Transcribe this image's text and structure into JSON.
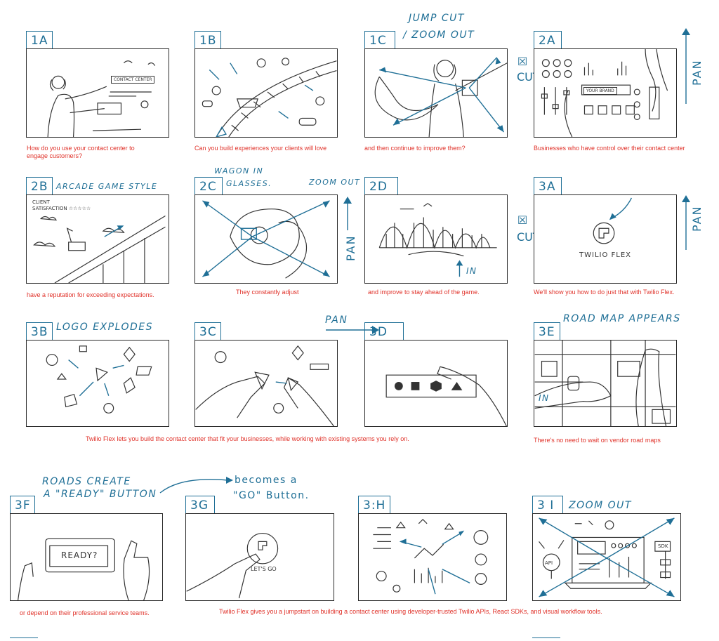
{
  "panels": [
    {
      "id": "1A",
      "caption": "How do you use your contact center to engage customers?",
      "screen_text": "CONTACT CENTER"
    },
    {
      "id": "1B",
      "caption": "Can you build experiences your clients will love"
    },
    {
      "id": "1C",
      "caption": "and then continue to improve them?"
    },
    {
      "id": "2A",
      "caption": "Businesses who have control over their contact center",
      "screen_text": "YOUR BRAND"
    },
    {
      "id": "2B",
      "caption": "have a reputation for exceeding expectations.",
      "screen_text_1": "CLIENT",
      "screen_text_2": "SATISFACTION ☆☆☆☆☆"
    },
    {
      "id": "2C",
      "caption": "They constantly adjust"
    },
    {
      "id": "2D",
      "caption": "and improve to stay ahead of the game."
    },
    {
      "id": "3A",
      "caption": "We'll show you how to do just that with Twilio Flex.",
      "screen_text": "TWILIO FLEX"
    },
    {
      "id": "3B"
    },
    {
      "id": "3C"
    },
    {
      "id": "3D"
    },
    {
      "id": "3E",
      "caption": "There's no need to wait on vendor road maps"
    },
    {
      "id": "3F",
      "caption": "or depend on their professional service teams.",
      "screen_text": "READY?"
    },
    {
      "id": "3G",
      "screen_text": "LET'S GO"
    },
    {
      "id": "3:H"
    },
    {
      "id": "3 I",
      "screen_text_1": "API",
      "screen_text_2": "SDK"
    }
  ],
  "shared_captions": {
    "row3": "Twilio Flex lets you build the contact center that fit your businesses, while working with existing systems you rely on.",
    "row4": "Twilio Flex gives you a jumpstart on building a contact center using developer-trusted Twilio APIs, React SDKs, and visual workflow tools."
  },
  "notes": {
    "jump_cut": "JUMP CUT",
    "zoom_out_1c": "/ ZOOM OUT",
    "pan_2a": "PAN",
    "cut_1": "CUT",
    "arcade": "ARCADE GAME STYLE",
    "wagon": "WAGON IN",
    "glasses": "GLASSES.",
    "zoom_out_2c": "ZOOM OUT",
    "pan_2c": "PAN",
    "in_2d": "IN",
    "cut_2": "CUT",
    "pan_3a": "PAN",
    "logo_explodes": "LOGO EXPLODES",
    "pan_3c": "PAN",
    "road_map": "ROAD MAP APPEARS",
    "in_3e": "IN",
    "roads_create": "ROADS CREATE",
    "ready_button": "A \"READY\" BUTTON",
    "becomes_a": "becomes a",
    "go_button": "\"GO\" Button.",
    "zoom_out_3i": "ZOOM OUT"
  },
  "colors": {
    "annotation": "#1f6f96",
    "caption": "#e0322a",
    "sketch": "#333333"
  }
}
